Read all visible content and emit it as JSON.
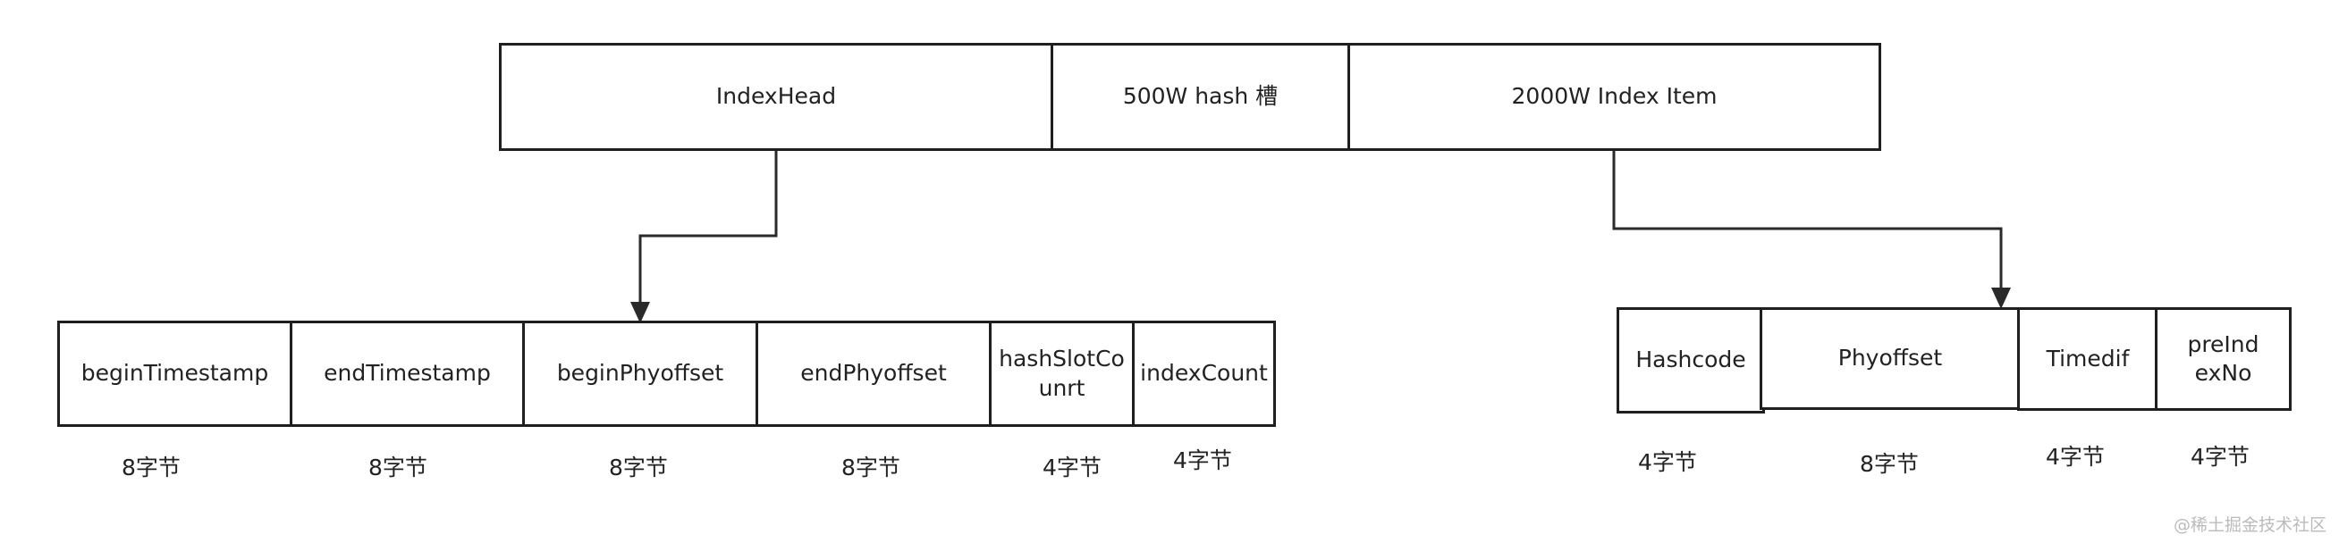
{
  "top_row": {
    "index_head": "IndexHead",
    "hash_slots": "500W hash 槽",
    "index_items": "2000W  Index Item"
  },
  "head_fields": [
    {
      "name": "beginTimestamp",
      "size": "8字节"
    },
    {
      "name": "endTimestamp",
      "size": "8字节"
    },
    {
      "name": "beginPhyoffset",
      "size": "8字节"
    },
    {
      "name": "endPhyoffset",
      "size": "8字节"
    },
    {
      "name": "hashSlotCounrt",
      "size": "4字节"
    },
    {
      "name": "indexCount",
      "size": "4字节"
    }
  ],
  "item_fields": [
    {
      "name": "Hashcode",
      "size": "4字节"
    },
    {
      "name": "Phyoffset",
      "size": "8字节"
    },
    {
      "name": "Timedif",
      "size": "4字节"
    },
    {
      "name": "preIndexNo",
      "size": "4字节"
    }
  ],
  "watermark": "@稀土掘金技术社区"
}
